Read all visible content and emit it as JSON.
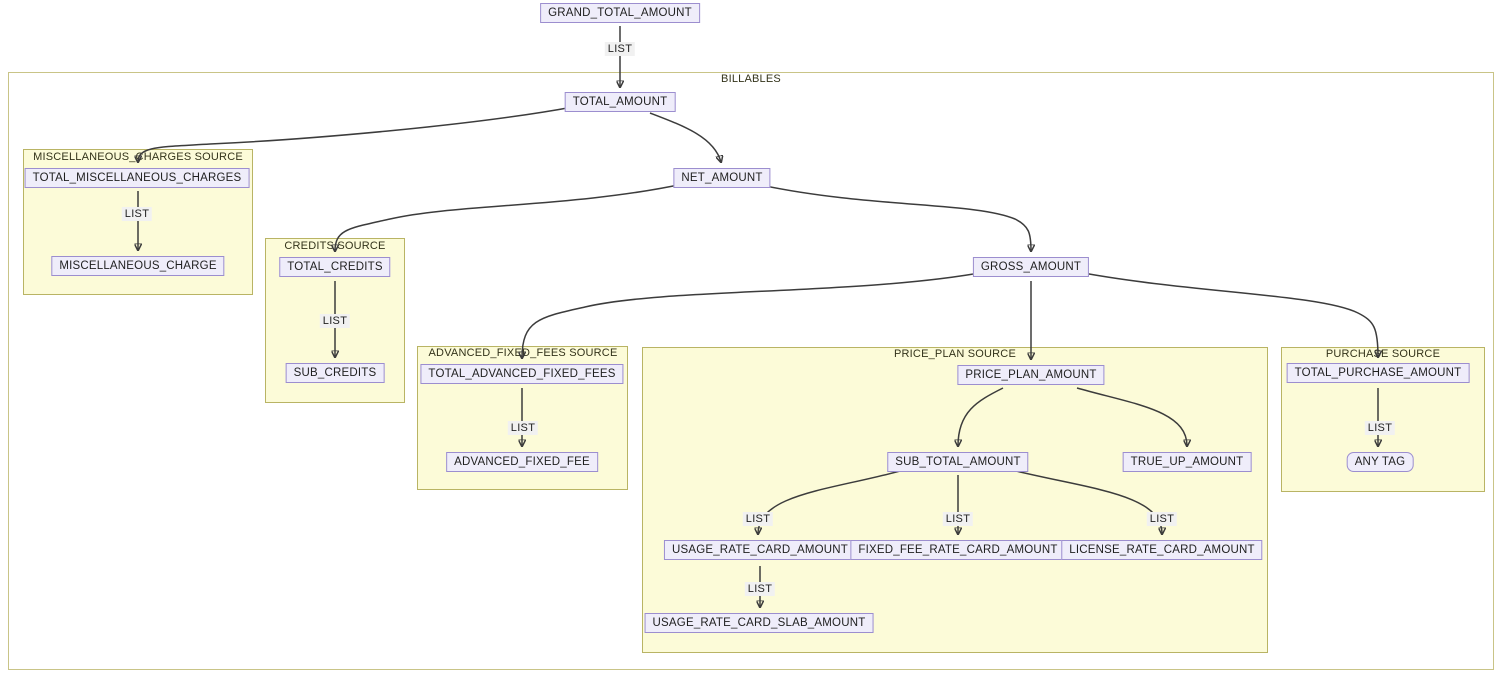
{
  "colors": {
    "node_fill": "#EFEDFA",
    "node_border": "#9C8ECF",
    "group_fill": "#FCFBD8",
    "group_border": "#B9B464",
    "container_border": "#C9C487",
    "edge": "#3C3C3C",
    "edge_label_bg": "#F1F1F1",
    "text": "#1F1F1F"
  },
  "container": {
    "label": "BILLABLES"
  },
  "groups": {
    "miscellaneous_charges": {
      "label": "MISCELLANEOUS_CHARGES SOURCE"
    },
    "credits": {
      "label": "CREDITS SOURCE"
    },
    "advanced_fixed_fees": {
      "label": "ADVANCED_FIXED_FEES SOURCE"
    },
    "price_plan": {
      "label": "PRICE_PLAN SOURCE"
    },
    "purchase": {
      "label": "PURCHASE SOURCE"
    }
  },
  "nodes": {
    "grand_total_amount": "GRAND_TOTAL_AMOUNT",
    "total_amount": "TOTAL_AMOUNT",
    "net_amount": "NET_AMOUNT",
    "gross_amount": "GROSS_AMOUNT",
    "total_miscellaneous_charges": "TOTAL_MISCELLANEOUS_CHARGES",
    "miscellaneous_charge": "MISCELLANEOUS_CHARGE",
    "total_credits": "TOTAL_CREDITS",
    "sub_credits": "SUB_CREDITS",
    "total_advanced_fixed_fees": "TOTAL_ADVANCED_FIXED_FEES",
    "advanced_fixed_fee": "ADVANCED_FIXED_FEE",
    "price_plan_amount": "PRICE_PLAN_AMOUNT",
    "sub_total_amount": "SUB_TOTAL_AMOUNT",
    "true_up_amount": "TRUE_UP_AMOUNT",
    "usage_rate_card_amount": "USAGE_RATE_CARD_AMOUNT",
    "fixed_fee_rate_card_amount": "FIXED_FEE_RATE_CARD_AMOUNT",
    "license_rate_card_amount": "LICENSE_RATE_CARD_AMOUNT",
    "usage_rate_card_slab_amount": "USAGE_RATE_CARD_SLAB_AMOUNT",
    "total_purchase_amount": "TOTAL_PURCHASE_AMOUNT",
    "any_tag": "ANY TAG"
  },
  "edges": [
    {
      "from": "GRAND_TOTAL_AMOUNT",
      "to": "TOTAL_AMOUNT",
      "label": "LIST"
    },
    {
      "from": "TOTAL_AMOUNT",
      "to": "TOTAL_MISCELLANEOUS_CHARGES",
      "label": ""
    },
    {
      "from": "TOTAL_AMOUNT",
      "to": "NET_AMOUNT",
      "label": ""
    },
    {
      "from": "NET_AMOUNT",
      "to": "TOTAL_CREDITS",
      "label": ""
    },
    {
      "from": "NET_AMOUNT",
      "to": "GROSS_AMOUNT",
      "label": ""
    },
    {
      "from": "GROSS_AMOUNT",
      "to": "TOTAL_ADVANCED_FIXED_FEES",
      "label": ""
    },
    {
      "from": "GROSS_AMOUNT",
      "to": "PRICE_PLAN_AMOUNT",
      "label": ""
    },
    {
      "from": "GROSS_AMOUNT",
      "to": "TOTAL_PURCHASE_AMOUNT",
      "label": ""
    },
    {
      "from": "PRICE_PLAN_AMOUNT",
      "to": "SUB_TOTAL_AMOUNT",
      "label": ""
    },
    {
      "from": "PRICE_PLAN_AMOUNT",
      "to": "TRUE_UP_AMOUNT",
      "label": ""
    },
    {
      "from": "TOTAL_MISCELLANEOUS_CHARGES",
      "to": "MISCELLANEOUS_CHARGE",
      "label": "LIST"
    },
    {
      "from": "TOTAL_CREDITS",
      "to": "SUB_CREDITS",
      "label": "LIST"
    },
    {
      "from": "TOTAL_ADVANCED_FIXED_FEES",
      "to": "ADVANCED_FIXED_FEE",
      "label": "LIST"
    },
    {
      "from": "SUB_TOTAL_AMOUNT",
      "to": "USAGE_RATE_CARD_AMOUNT",
      "label": "LIST"
    },
    {
      "from": "SUB_TOTAL_AMOUNT",
      "to": "FIXED_FEE_RATE_CARD_AMOUNT",
      "label": "LIST"
    },
    {
      "from": "SUB_TOTAL_AMOUNT",
      "to": "LICENSE_RATE_CARD_AMOUNT",
      "label": "LIST"
    },
    {
      "from": "USAGE_RATE_CARD_AMOUNT",
      "to": "USAGE_RATE_CARD_SLAB_AMOUNT",
      "label": "LIST"
    },
    {
      "from": "TOTAL_PURCHASE_AMOUNT",
      "to": "ANY_TAG",
      "label": "LIST"
    }
  ]
}
